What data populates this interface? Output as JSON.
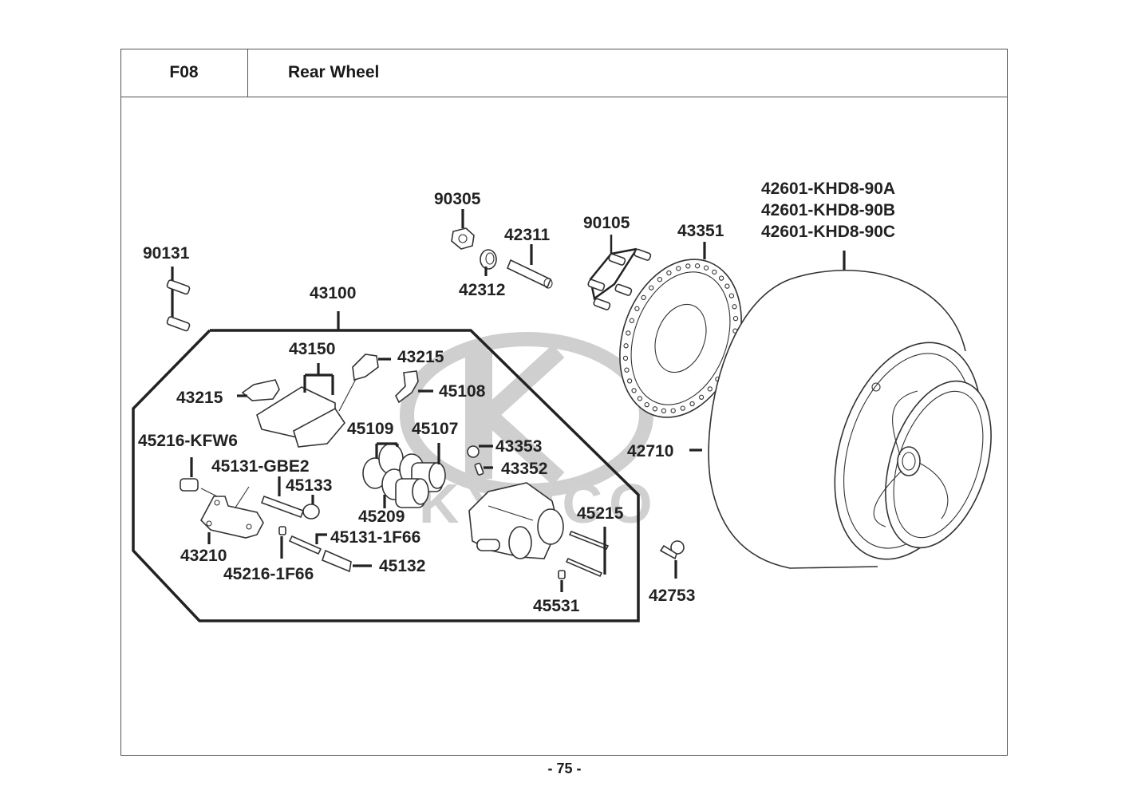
{
  "header": {
    "section_code": "F08",
    "title": "Rear Wheel"
  },
  "watermark": {
    "brand": "KYMCO",
    "color": "#c8c8c8"
  },
  "callouts": {
    "c90131": "90131",
    "c43100": "43100",
    "c43150": "43150",
    "c43215_left": "43215",
    "c43215_right": "43215",
    "c45108": "45108",
    "c45109": "45109",
    "c45107": "45107",
    "c45209": "45209",
    "c45216_kfw6": "45216-KFW6",
    "c45131_gbe2": "45131-GBE2",
    "c45133": "45133",
    "c43210": "43210",
    "c45131_1f66": "45131-1F66",
    "c45216_1f66": "45216-1F66",
    "c45132": "45132",
    "c43353": "43353",
    "c43352": "43352",
    "c45215": "45215",
    "c45531": "45531",
    "c90305": "90305",
    "c42311": "42311",
    "c42312": "42312",
    "c90105": "90105",
    "c43351": "43351",
    "c42601_a": "42601-KHD8-90A",
    "c42601_b": "42601-KHD8-90B",
    "c42601_c": "42601-KHD8-90C",
    "c42710": "42710",
    "c42753": "42753"
  },
  "footer": {
    "page_number": "- 75 -"
  }
}
